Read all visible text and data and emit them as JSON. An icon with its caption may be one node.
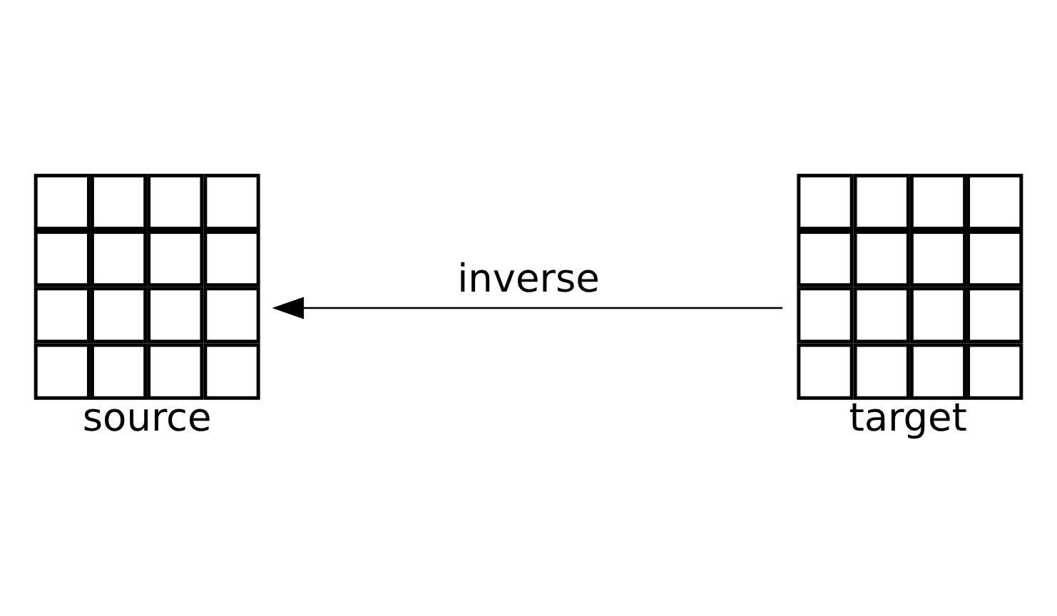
{
  "diagram": {
    "nodes": [
      {
        "text": [
          "source"
        ]
      },
      {
        "text": [
          "target"
        ]
      }
    ],
    "edges": [
      {
        "from": 1,
        "to": 0,
        "arrow": "to",
        "label": "inverse"
      }
    ]
  }
}
